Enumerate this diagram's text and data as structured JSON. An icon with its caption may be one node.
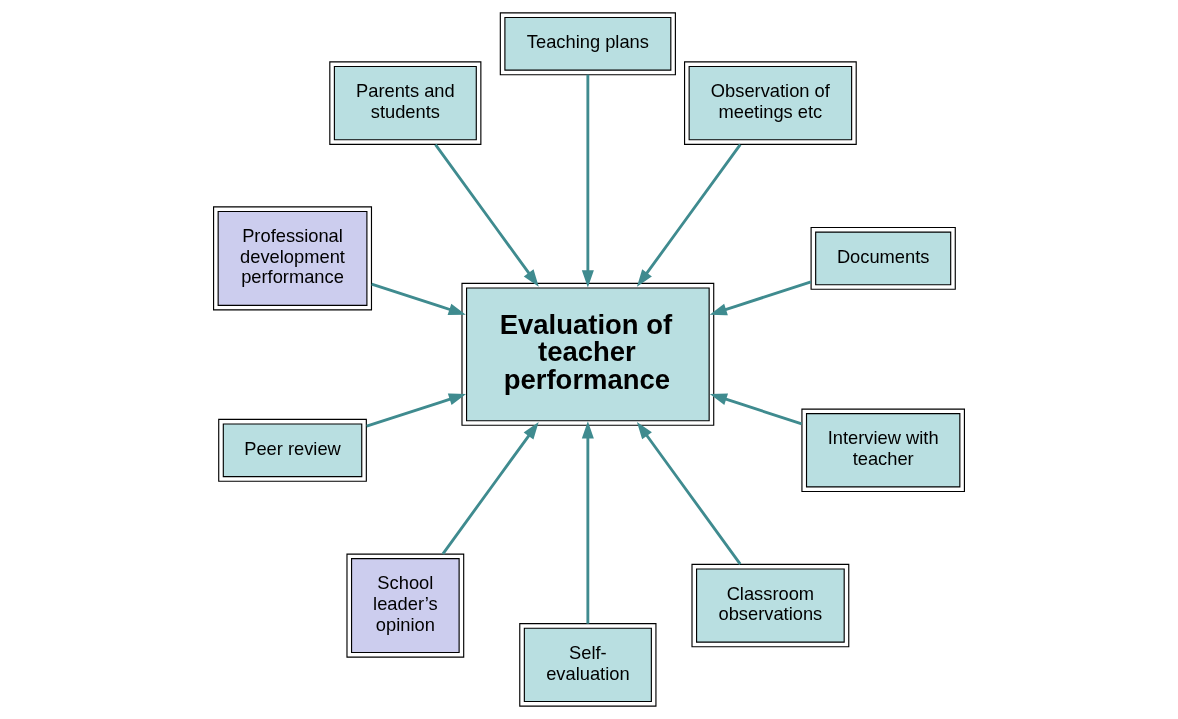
{
  "diagram": {
    "nodes": [
      {
        "text": [
          "Documents"
        ]
      },
      {
        "text": [
          "Observation of meetings etc"
        ]
      },
      {
        "text": [
          "Teaching plans"
        ]
      },
      {
        "text": [
          "Parents and students"
        ]
      },
      {
        "text": [
          "Professional development performance"
        ]
      },
      {
        "text": [
          "Evaluation of teacher performance"
        ]
      },
      {
        "text": [
          "Peer review"
        ]
      },
      {
        "text": [
          "School leader’s opinion"
        ]
      },
      {
        "text": [
          "Self-evaluation"
        ]
      },
      {
        "text": [
          "Classroom observations"
        ]
      },
      {
        "text": [
          "Interview with teacher"
        ]
      }
    ],
    "edges": [
      {
        "from": 2,
        "to": 5,
        "arrow": "to"
      },
      {
        "from": 0,
        "to": 5,
        "arrow": "to"
      },
      {
        "from": 1,
        "to": 5,
        "arrow": "to"
      },
      {
        "from": 3,
        "to": 5,
        "arrow": "to"
      },
      {
        "from": 4,
        "to": 5,
        "arrow": "to"
      },
      {
        "from": 6,
        "to": 5,
        "arrow": "to"
      },
      {
        "from": 7,
        "to": 5,
        "arrow": "to"
      },
      {
        "from": 8,
        "to": 5,
        "arrow": "to"
      },
      {
        "from": 9,
        "to": 5,
        "arrow": "to"
      },
      {
        "from": 10,
        "to": 5,
        "arrow": "to"
      }
    ]
  }
}
